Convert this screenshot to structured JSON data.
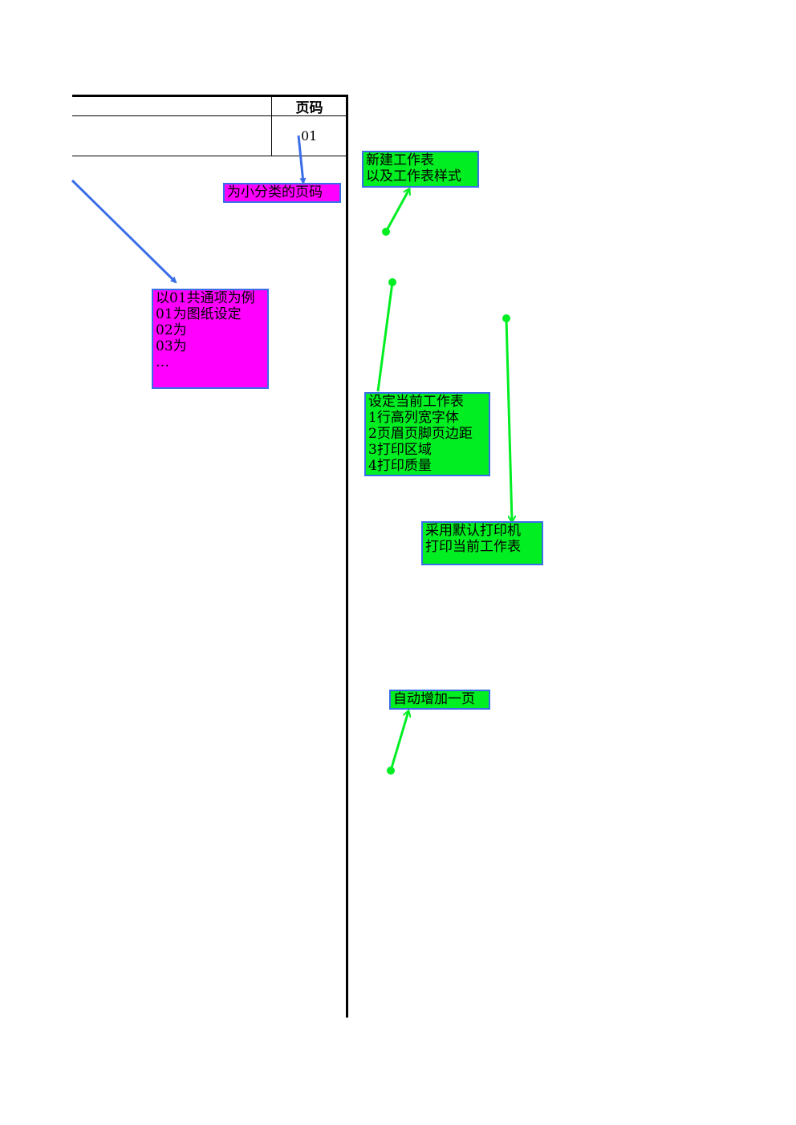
{
  "table": {
    "header_label": "页码",
    "page_code": "01"
  },
  "notes": {
    "page_code_note": "为小分类的页码",
    "category_note": "以01共通项为例\n01为图纸设定\n02为\n03为\n…",
    "new_sheet_note": "新建工作表\n以及工作表样式",
    "setup_note": "设定当前工作表\n1行高列宽字体\n2页眉页脚页边距\n3打印区域\n4打印质量",
    "print_note": "采用默认打印机\n打印当前工作表",
    "add_page_note": "自动增加一页"
  },
  "colors": {
    "magenta_note": "#ff00ff",
    "green_note": "#00ee22",
    "note_border": "#3a6ee8",
    "blue_arrow": "#3a6ee8",
    "green_arrow": "#00ee22"
  }
}
